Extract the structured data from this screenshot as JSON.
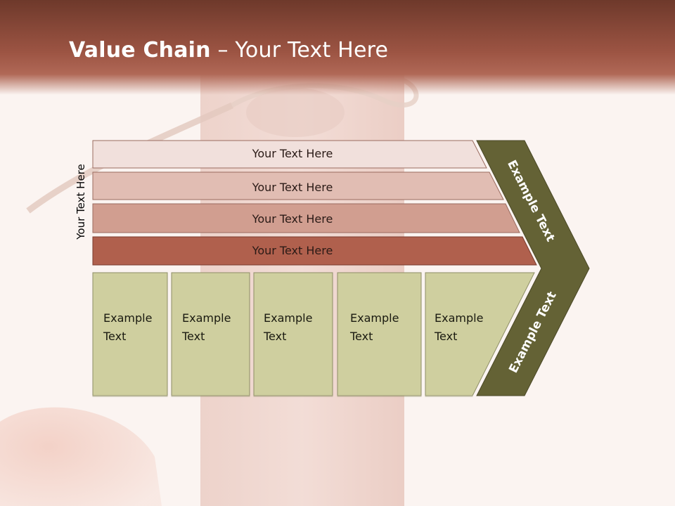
{
  "slide": {
    "title_bold": "Value Chain",
    "title_rest": " – Your Text Here",
    "side_label": "Your Text Here"
  },
  "support_bars": [
    {
      "label": "Your Text Here",
      "color": "#f1e0dc"
    },
    {
      "label": "Your Text Here",
      "color": "#e1bdb3"
    },
    {
      "label": "Your Text Here",
      "color": "#d19e90"
    },
    {
      "label": "Your Text Here",
      "color": "#b0604d"
    }
  ],
  "primary_activities": [
    {
      "line1": "Example",
      "line2": "Text"
    },
    {
      "line1": "Example",
      "line2": "Text"
    },
    {
      "line1": "Example",
      "line2": "Text"
    },
    {
      "line1": "Example",
      "line2": "Text"
    },
    {
      "line1": "Example",
      "line2": "Text"
    }
  ],
  "arrow": {
    "top_label": "Example Text",
    "bottom_label": "Example Text",
    "color": "#646235"
  },
  "colors": {
    "activity_fill": "#cfcf9f",
    "activity_stroke": "#8e8e66",
    "header": "#9c5443"
  }
}
